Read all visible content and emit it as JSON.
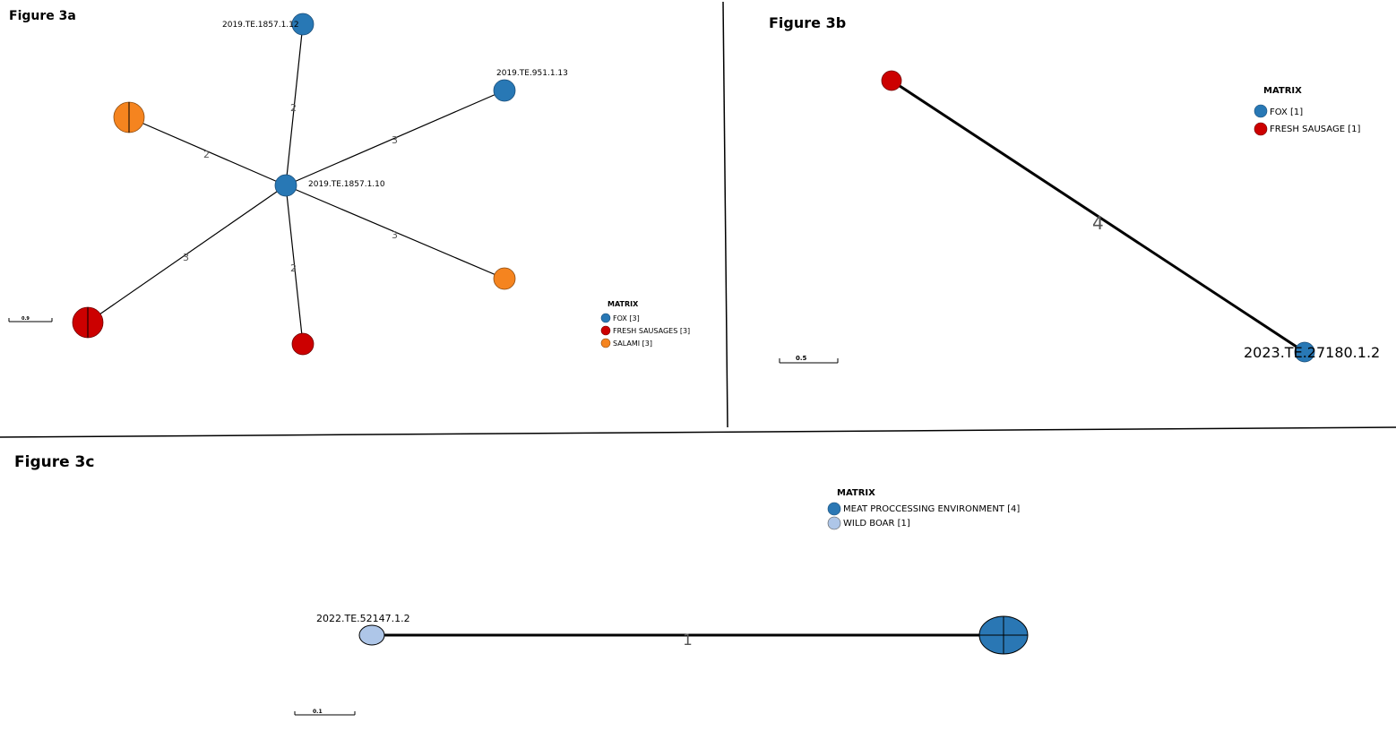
{
  "colors": {
    "fox": "#2878b5",
    "fresh_sausage": "#cc0000",
    "salami": "#f5841f",
    "meat_env": "#2a77b4",
    "wild_boar": "#aec6e8",
    "edge": "#000000"
  },
  "fig3a": {
    "title": "Figure 3a",
    "scale": "0.9",
    "legend": {
      "title": "MATRIX",
      "items": [
        {
          "label": "FOX [3]",
          "color": "#2878b5"
        },
        {
          "label": "FRESH SAUSAGES [3]",
          "color": "#cc0000"
        },
        {
          "label": "SALAMI [3]",
          "color": "#f5841f"
        }
      ]
    },
    "nodes": [
      {
        "id": "center",
        "label": "2019.TE.1857.1.10",
        "color": "#2878b5",
        "count": 1
      },
      {
        "id": "top",
        "label": "2019.TE.1857.1.12",
        "color": "#2878b5",
        "count": 1
      },
      {
        "id": "topright",
        "label": "2019.TE.951.1.13",
        "color": "#2878b5",
        "count": 1
      },
      {
        "id": "orange_big",
        "label": "",
        "color": "#f5841f",
        "count": 2
      },
      {
        "id": "orange_small",
        "label": "",
        "color": "#f5841f",
        "count": 1
      },
      {
        "id": "red_big",
        "label": "",
        "color": "#cc0000",
        "count": 2
      },
      {
        "id": "red_small",
        "label": "",
        "color": "#cc0000",
        "count": 1
      }
    ],
    "edges": [
      {
        "to": "top",
        "label": "2"
      },
      {
        "to": "topright",
        "label": "3"
      },
      {
        "to": "orange_big",
        "label": "2"
      },
      {
        "to": "orange_small",
        "label": "3"
      },
      {
        "to": "red_big",
        "label": "3"
      },
      {
        "to": "red_small",
        "label": "2"
      }
    ]
  },
  "fig3b": {
    "title": "Figure 3b",
    "scale": "0.5",
    "legend": {
      "title": "MATRIX",
      "items": [
        {
          "label": "FOX [1]",
          "color": "#2878b5"
        },
        {
          "label": "FRESH SAUSAGE [1]",
          "color": "#cc0000"
        }
      ]
    },
    "nodes": [
      {
        "id": "red",
        "label": "",
        "color": "#cc0000"
      },
      {
        "id": "blue",
        "label": "2023.TE.27180.1.2",
        "color": "#2878b5"
      }
    ],
    "edge_label": "4"
  },
  "fig3c": {
    "title": "Figure 3c",
    "scale": "0.1",
    "legend": {
      "title": "MATRIX",
      "items": [
        {
          "label": "MEAT PROCCESSING ENVIRONMENT [4]",
          "color": "#2a77b4"
        },
        {
          "label": "WILD BOAR [1]",
          "color": "#aec6e8"
        }
      ]
    },
    "nodes": [
      {
        "id": "wildboar",
        "label": "2022.TE.52147.1.2",
        "color": "#aec6e8"
      },
      {
        "id": "meat",
        "label": "",
        "color": "#2a77b4",
        "count": 4
      }
    ],
    "edge_label": "1"
  }
}
